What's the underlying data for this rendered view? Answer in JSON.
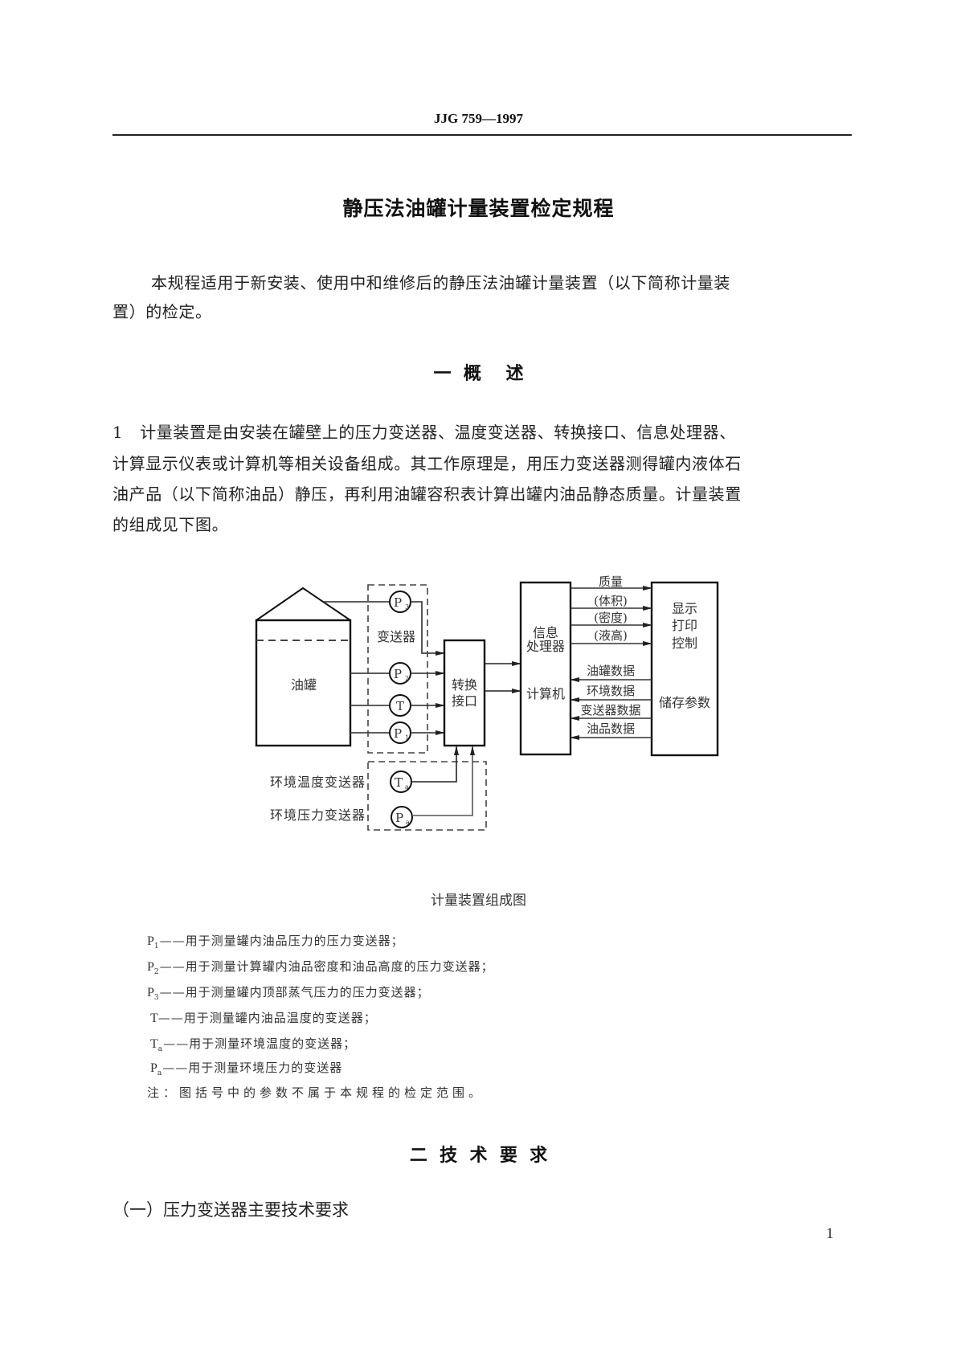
{
  "header": {
    "standard_code": "JJG 759—1997"
  },
  "title": "静压法油罐计量装置检定规程",
  "intro": {
    "lines": [
      "本规程适用于新安装、使用中和维修后的静压法油罐计量装置（以下简称计量装",
      "置）的检定。"
    ]
  },
  "section1": {
    "heading": "一  概    述",
    "paragraph": {
      "lines": [
        "1   计量装置是由安装在罐壁上的压力变送器、温度变送器、转换接口、信息处理器、",
        "计算显示仪表或计算机等相关设备组成。其工作原理是，用压力变送器测得罐内液体石",
        "油产品（以下简称油品）静压，再利用油罐容积表计算出罐内油品静态质量。计量装置",
        "的组成见下图。"
      ]
    }
  },
  "diagram": {
    "tank_label": "油罐",
    "transmitter_group_label": "变送器",
    "transmitters": {
      "p3": "P",
      "p3_sub": "3",
      "p2": "P",
      "p2_sub": "2",
      "t": "T",
      "p1": "P",
      "p1_sub": "1",
      "ta": "T",
      "ta_sub": "a",
      "pa": "P",
      "pa_sub": "a"
    },
    "converter_label": [
      "转换",
      "接口"
    ],
    "processor_label": [
      "信息",
      "处理器",
      "计算机"
    ],
    "display_label": [
      "显示",
      "打印",
      "控制",
      "储存参数"
    ],
    "outputs": [
      "质量",
      "(体积)",
      "(密度)",
      "(液高)"
    ],
    "inputs": [
      "油罐数据",
      "环境数据",
      "变送器数据",
      "油品数据"
    ],
    "ambient_temp_label": "环境温度变送器",
    "ambient_pressure_label": "环境压力变送器",
    "caption": "计量装置组成图"
  },
  "legend": {
    "items": [
      {
        "sym": "P",
        "sub": "1",
        "text": "——用于测量罐内油品压力的压力变送器；"
      },
      {
        "sym": "P",
        "sub": "2",
        "text": "——用于测量计算罐内油品密度和油品高度的压力变送器；"
      },
      {
        "sym": "P",
        "sub": "3",
        "text": "——用于测量罐内顶部蒸气压力的压力变送器；"
      },
      {
        "sym": "T",
        "sub": "",
        "text": "——用于测量罐内油品温度的变送器；"
      },
      {
        "sym": "T",
        "sub": "a",
        "text": "——用于测量环境温度的变送器；"
      },
      {
        "sym": "P",
        "sub": "a",
        "text": "——用于测量环境压力的变送器"
      }
    ],
    "note": "注：图括号中的参数不属于本规程的检定范围。"
  },
  "section2": {
    "heading": "二  技  术  要  求",
    "subheading": "（一）压力变送器主要技术要求"
  },
  "page_number": "1"
}
